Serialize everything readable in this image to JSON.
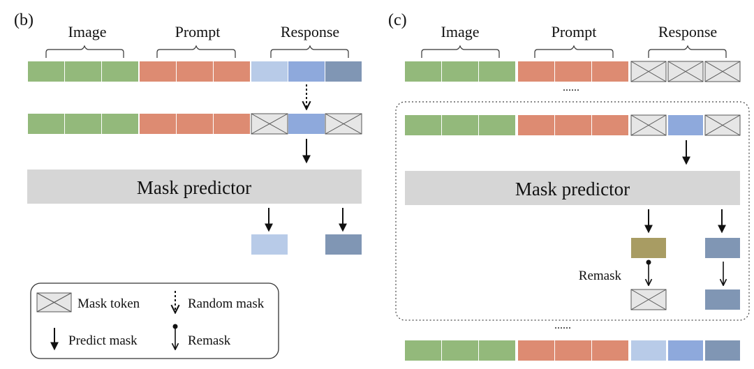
{
  "panel_b": {
    "label": "(b)",
    "groups": {
      "image": "Image",
      "prompt": "Prompt",
      "response": "Response"
    },
    "predictor": "Mask predictor"
  },
  "panel_c": {
    "label": "(c)",
    "groups": {
      "image": "Image",
      "prompt": "Prompt",
      "response": "Response"
    },
    "predictor": "Mask predictor",
    "remask_label": "Remask",
    "ellipsis_top": "......",
    "ellipsis_bottom": "......"
  },
  "legend": {
    "mask_token": "Mask token",
    "random_mask": "Random mask",
    "predict_mask": "Predict mask",
    "remask": "Remask"
  },
  "colors": {
    "image": "#93b97b",
    "prompt": "#dd8b72",
    "response_light": "#b8cbe8",
    "response_mid": "#8ea9dc",
    "response_dark": "#8096b4",
    "predicted_olive": "#a89c63",
    "mask_fill": "#e6e6e6",
    "predictor_fill": "#d6d6d6"
  }
}
